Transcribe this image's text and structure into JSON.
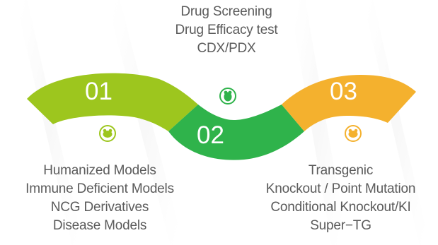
{
  "segments": [
    {
      "number": "01",
      "color": "#9dc61e",
      "items": [
        "Humanized Models",
        "Immune Deficient Models",
        "NCG Derivatives",
        "Disease Models"
      ]
    },
    {
      "number": "02",
      "color": "#2fb34b",
      "items": [
        "Drug Screening",
        "Drug Efficacy test",
        "CDX/PDX"
      ]
    },
    {
      "number": "03",
      "color": "#f4b12e",
      "items": [
        "Transgenic",
        "Knockout / Point Mutation",
        "Conditional Knockout/KI",
        "Super−TG"
      ]
    }
  ],
  "icons": [
    "mouse-icon-green",
    "mouse-icon-lime",
    "mouse-icon-orange"
  ]
}
